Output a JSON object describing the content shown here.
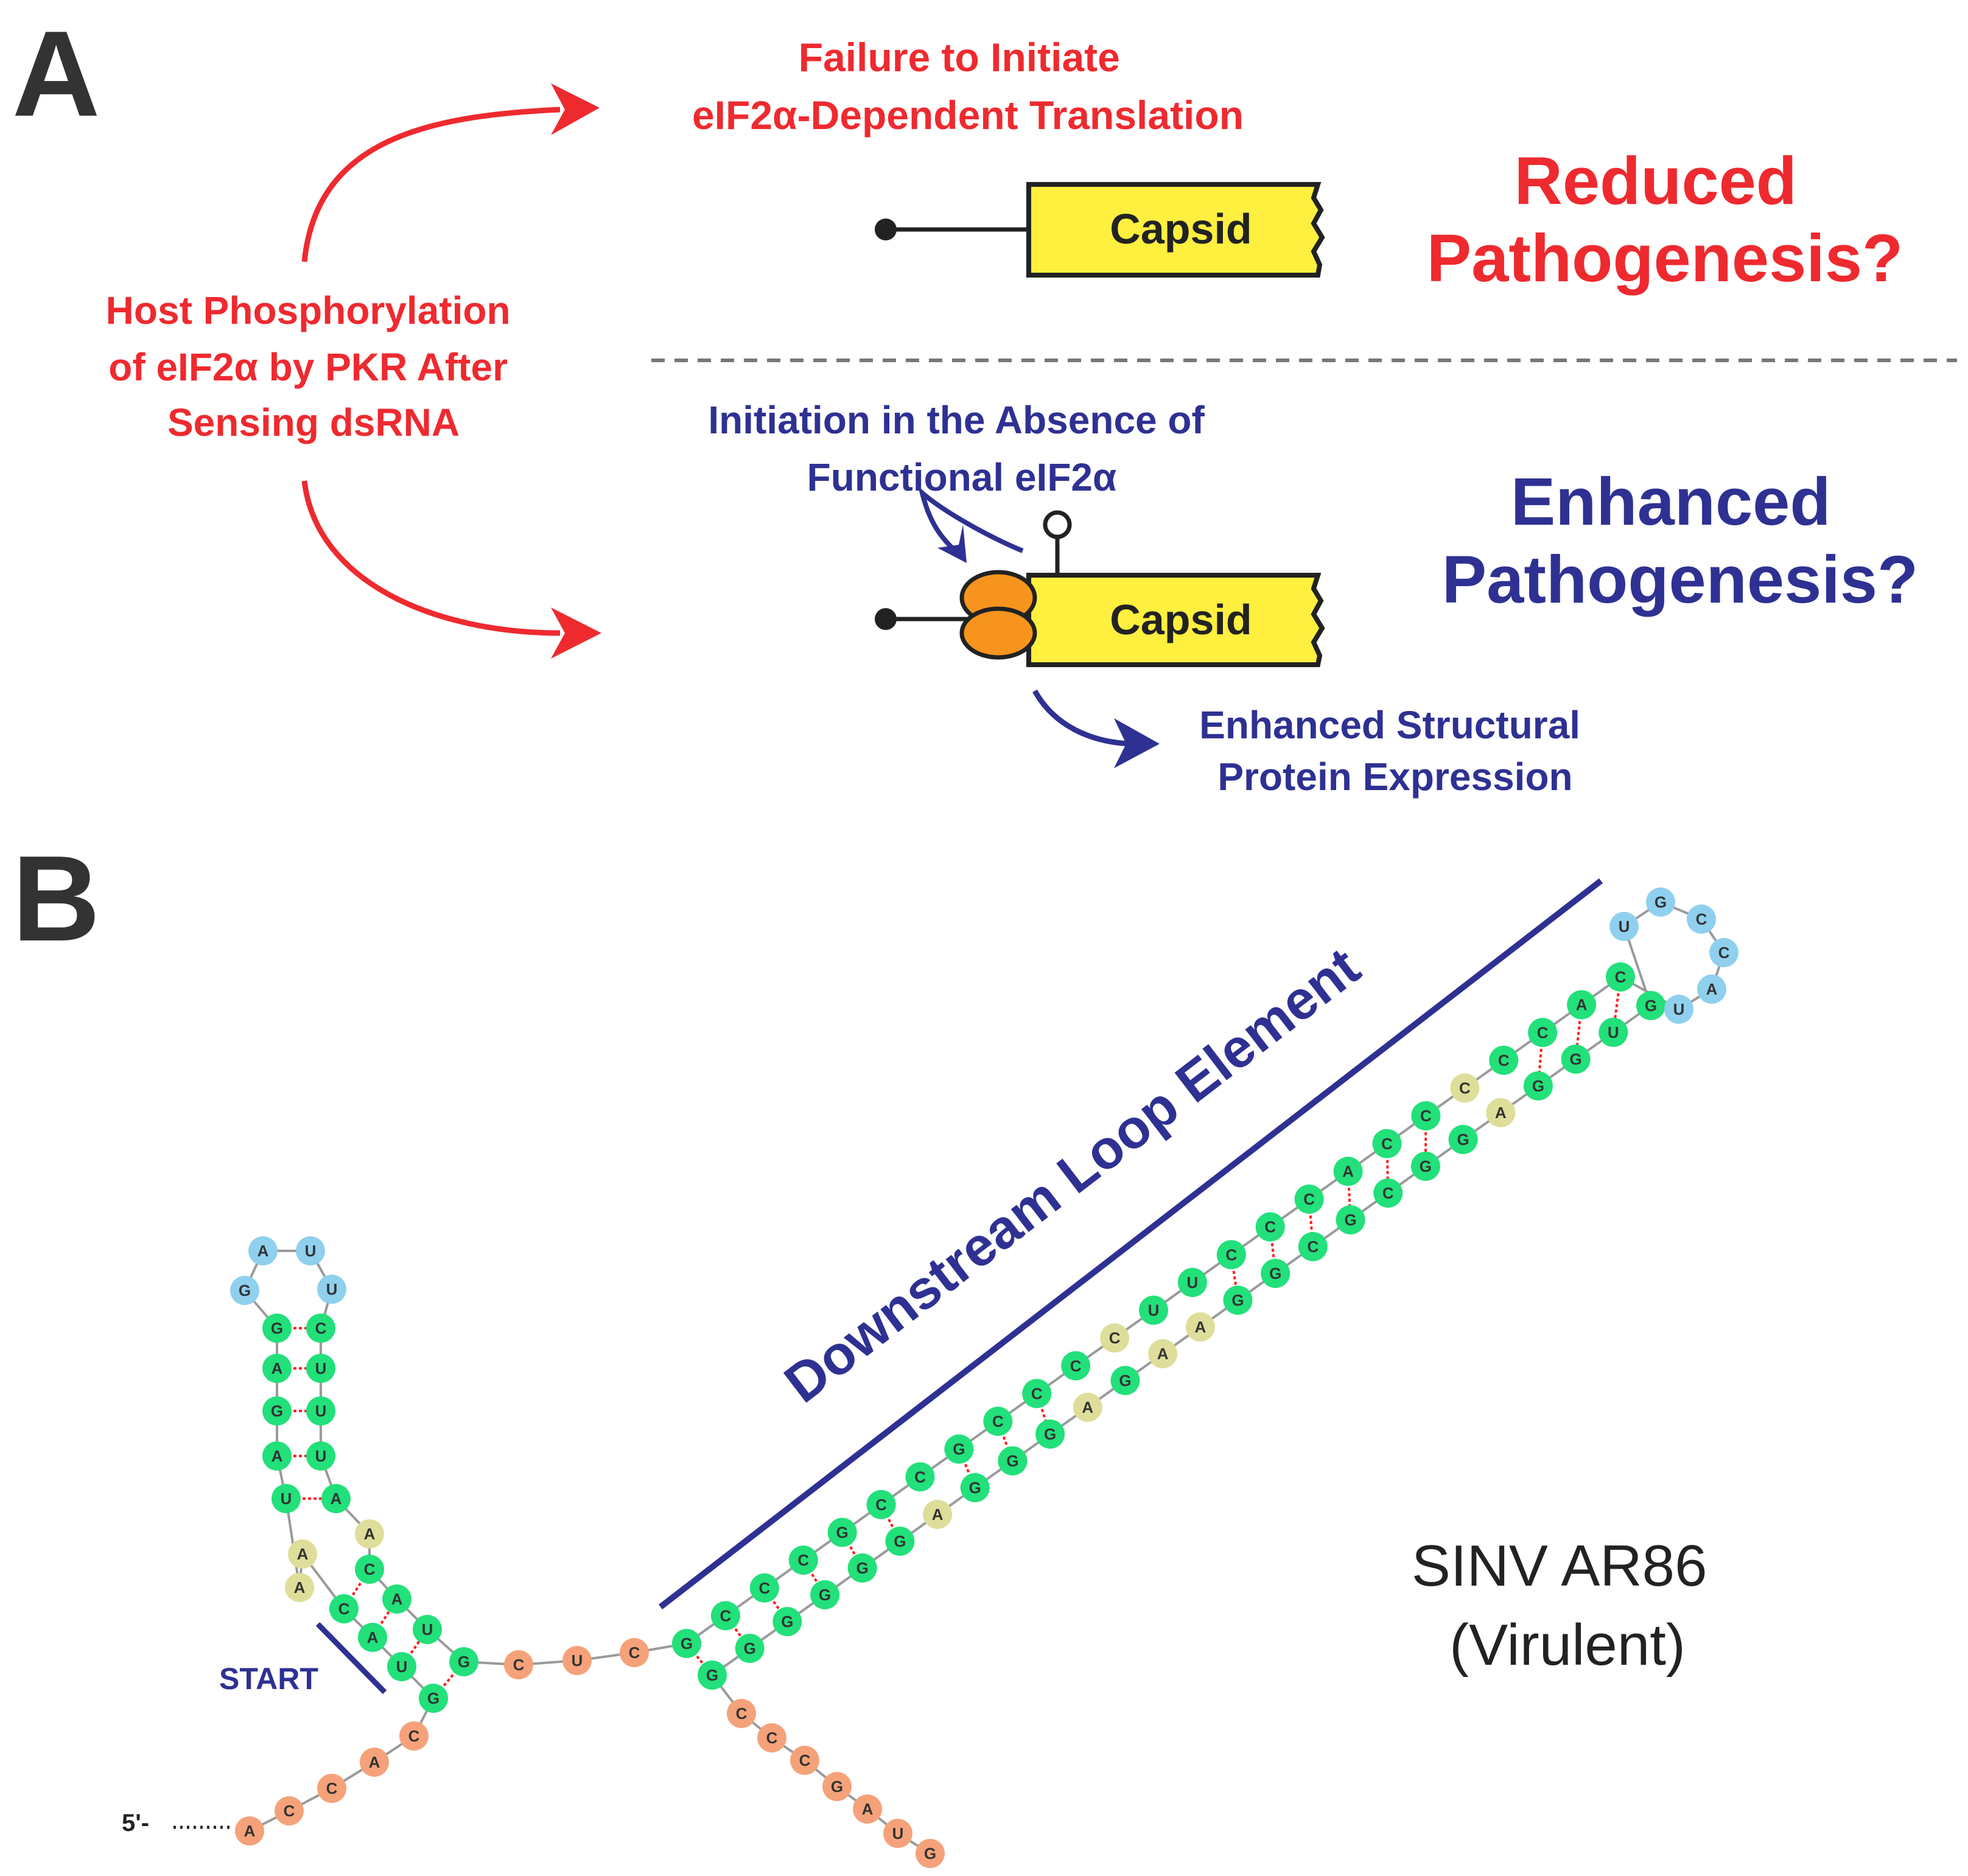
{
  "panel_a": {
    "label": "A",
    "host_text": [
      "Host Phosphorylation",
      "of eIF2α by PKR After",
      "Sensing dsRNA"
    ],
    "failure_text": [
      "Failure to Initiate",
      "eIF2α-Dependent Translation"
    ],
    "capsid_label_top": "Capsid",
    "capsid_label_bottom": "Capsid",
    "reduced_text": [
      "Reduced",
      "Pathogenesis?"
    ],
    "initiation_text": [
      "Initiation in the Absence of",
      "Functional eIF2α"
    ],
    "enhanced_text": [
      "Enhanced",
      "Pathogenesis?"
    ],
    "structural_text": [
      "Enhanced Structural",
      "Protein Expression"
    ]
  },
  "panel_b": {
    "label": "B",
    "start_label": "START",
    "five_prime_label": "5'-",
    "loop_label": "Downstream Loop Element",
    "virus_label": [
      "SINV AR86",
      "(Virulent)"
    ]
  },
  "colors": {
    "red": "#ee2a2f",
    "blue": "#2e3192",
    "capsid_fill": "#ffef3f",
    "ribosome": "#f7941d",
    "paired_nucleotide": "#22e07a",
    "loop_nucleotide": "#8fd0ee",
    "bulge_nucleotide": "#dede9a",
    "single_strand_nucleotide": "#f5a27a",
    "base_pair_line": "#ff2020"
  },
  "structure": {
    "five_prime_tail": [
      "A",
      "C",
      "C",
      "A",
      "C"
    ],
    "stem1_left": [
      "G",
      "A",
      "G",
      "A",
      "U"
    ],
    "stem1_right": [
      "C",
      "U",
      "U",
      "U",
      "A"
    ],
    "stem1_loop": [
      "G",
      "A",
      "U",
      "U"
    ],
    "stem1_bulge_left": [
      "A",
      "A"
    ],
    "stem1_bulge_right": [
      "A"
    ],
    "start_stem_left": [
      "G",
      "U",
      "A",
      "C"
    ],
    "start_stem_right": [
      "C",
      "A",
      "U",
      "G"
    ],
    "linker": [
      "C",
      "U",
      "C"
    ],
    "dle_strand_5": [
      "G",
      "C",
      "C",
      "C",
      "G",
      "C",
      "C",
      "G",
      "C",
      "C",
      "C",
      "C",
      "U",
      "U",
      "C",
      "C",
      "C",
      "A",
      "C",
      "C",
      "C",
      "C",
      "C",
      "A",
      "C"
    ],
    "dle_strand_3": [
      "G",
      "G",
      "G",
      "G",
      "G",
      "G",
      "A",
      "G",
      "G",
      "G",
      "A",
      "G",
      "A",
      "A",
      "G",
      "G",
      "C",
      "G",
      "C",
      "G",
      "G",
      "A",
      "G",
      "G",
      "U",
      "G"
    ],
    "dle_apical_loop": [
      "U",
      "G",
      "C",
      "C",
      "A",
      "U"
    ],
    "three_prime_tail": [
      "C",
      "C",
      "C",
      "G",
      "A",
      "U",
      "G"
    ]
  }
}
